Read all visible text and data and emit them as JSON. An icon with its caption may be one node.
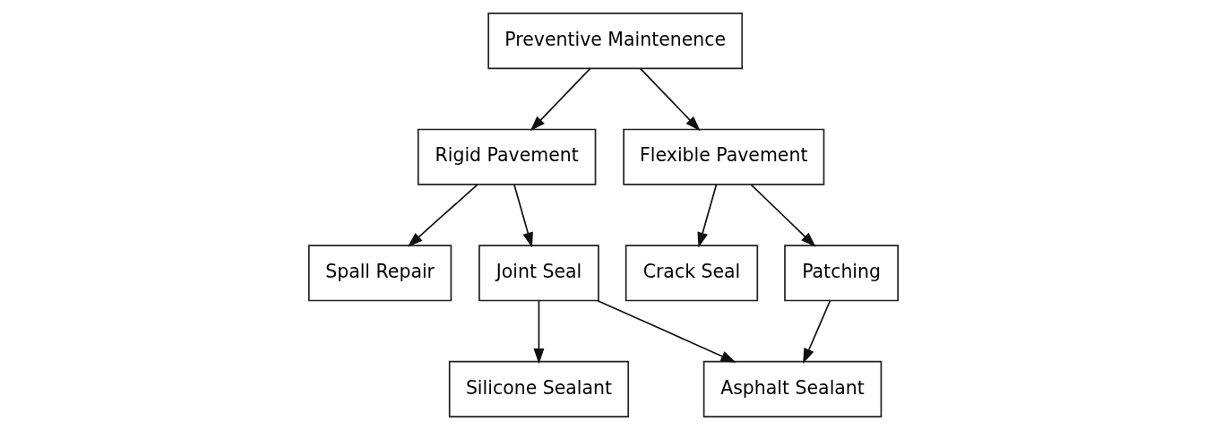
{
  "diagram": {
    "nodes": [
      {
        "text": [
          "Preventive Maintenence"
        ]
      },
      {
        "text": [
          "Rigid Pavement"
        ]
      },
      {
        "text": [
          "Flexible Pavement"
        ]
      },
      {
        "text": [
          "Spall Repair"
        ]
      },
      {
        "text": [
          "Joint Seal"
        ]
      },
      {
        "text": [
          "Crack Seal"
        ]
      },
      {
        "text": [
          "Patching"
        ]
      },
      {
        "text": [
          "Silicone Sealant"
        ]
      },
      {
        "text": [
          "Asphalt Sealant"
        ]
      }
    ],
    "edges": [
      {
        "from": 0,
        "to": 1,
        "arrow": "to"
      },
      {
        "from": 0,
        "to": 2,
        "arrow": "to"
      },
      {
        "from": 1,
        "to": 3,
        "arrow": "to"
      },
      {
        "from": 1,
        "to": 4,
        "arrow": "to"
      },
      {
        "from": 2,
        "to": 5,
        "arrow": "to"
      },
      {
        "from": 2,
        "to": 6,
        "arrow": "to"
      },
      {
        "from": 4,
        "to": 7,
        "arrow": "to"
      },
      {
        "from": 4,
        "to": 8,
        "arrow": "to"
      },
      {
        "from": 6,
        "to": 8,
        "arrow": "to"
      }
    ]
  }
}
